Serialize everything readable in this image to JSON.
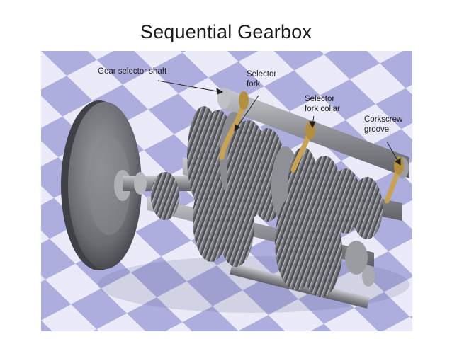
{
  "slide": {
    "title": "Sequential Gearbox"
  },
  "diagram": {
    "labels": {
      "gear_selector_shaft": "Gear selector shaft",
      "selector_fork_l1": "Selector",
      "selector_fork_l2": "fork",
      "selector_fork_collar_l1": "Selector",
      "selector_fork_collar_l2": "fork collar",
      "corkscrew_groove_l1": "Corkscrew",
      "corkscrew_groove_l2": "groove"
    },
    "colors": {
      "checker_light": "#e9e9f8",
      "checker_dark": "#a7a7dc",
      "metal_dark": "#6e7076",
      "metal_mid": "#9a9ca2",
      "metal_light": "#c9cbd0",
      "fork_brass": "#c9a352"
    }
  }
}
